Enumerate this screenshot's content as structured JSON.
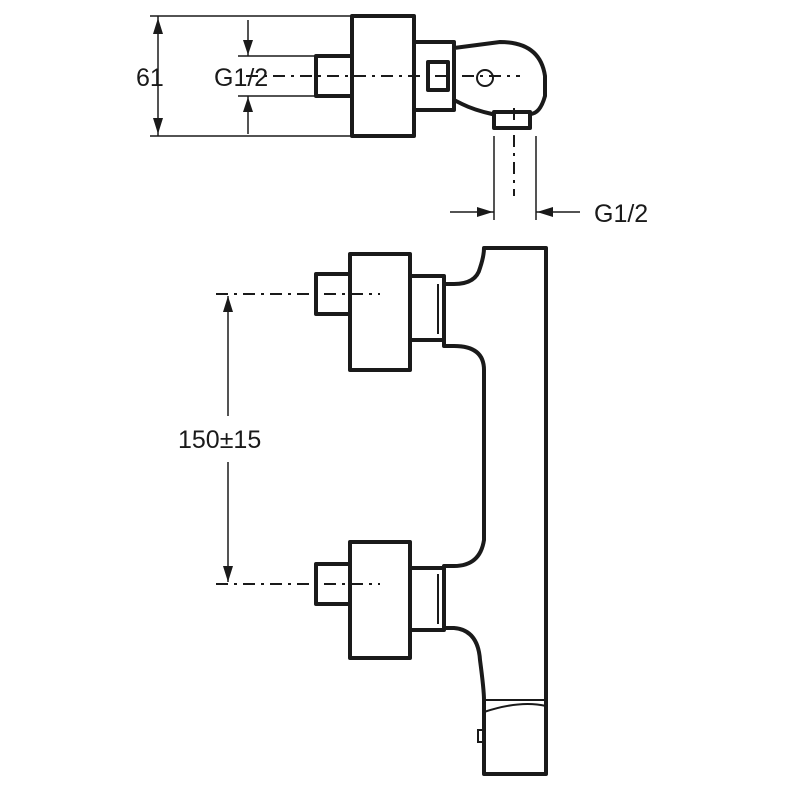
{
  "diagram": {
    "labels": {
      "top_height": "61",
      "top_thread": "G1/2",
      "outlet_thread": "G1/2",
      "spacing": "150±15"
    },
    "colors": {
      "line": "#1a1a1a",
      "background": "#ffffff"
    }
  }
}
